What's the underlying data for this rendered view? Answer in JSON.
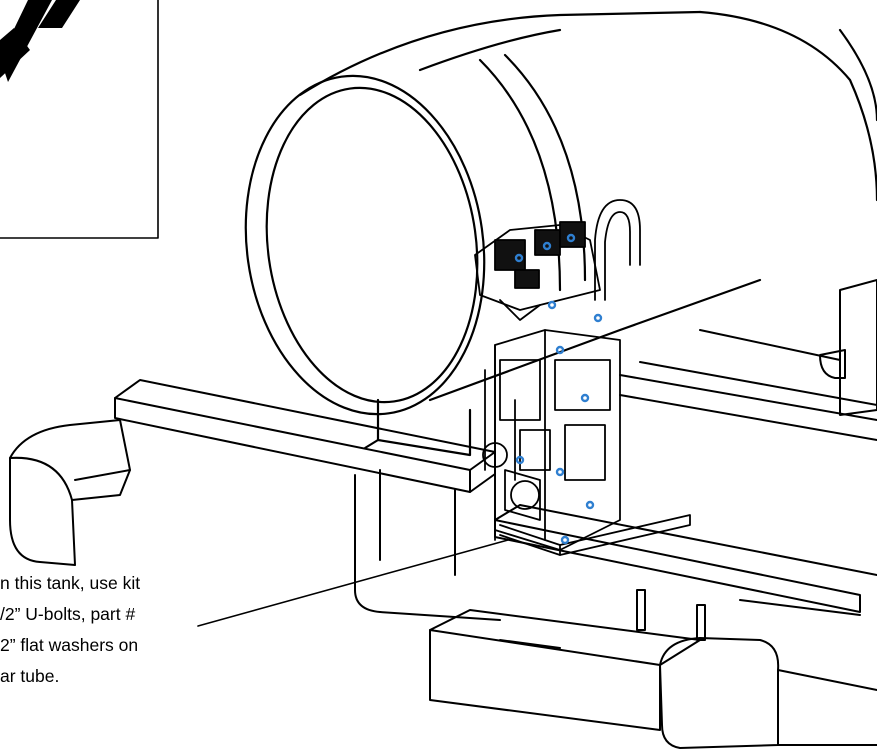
{
  "callout": {
    "lines": [
      "n this tank, use kit",
      "/2” U-bolts, part #",
      "2” flat washers on",
      "ar tube."
    ]
  },
  "colors": {
    "line": "#000000",
    "accent": "#2f7fd0",
    "background": "#ffffff"
  }
}
